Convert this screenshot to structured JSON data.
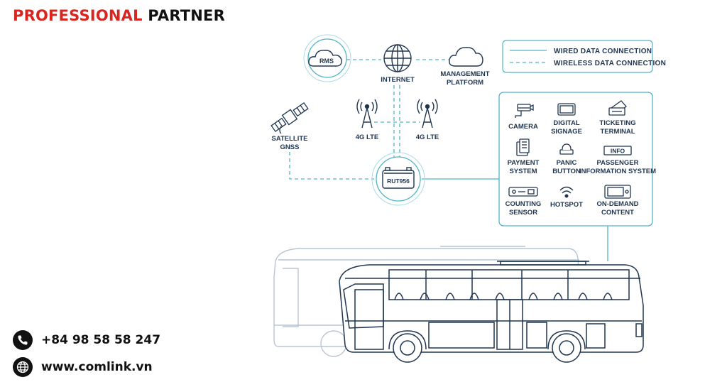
{
  "brand": {
    "part1": "PROFESSIONAL",
    "part2": "PARTNER"
  },
  "contact": {
    "phone": "+84 98 58 58 247",
    "website": "www.comlink.vn"
  },
  "legend": {
    "wired": "WIRED DATA CONNECTION",
    "wireless": "WIRELESS DATA CONNECTION"
  },
  "nodes": {
    "rms": "RMS",
    "internet": "INTERNET",
    "management_line1": "MANAGEMENT",
    "management_line2": "PLATFORM",
    "lte_left": "4G LTE",
    "lte_right": "4G LTE",
    "satellite_line1": "SATELLITE",
    "satellite_line2": "GNSS",
    "router": "RUT956"
  },
  "devices": [
    {
      "line1": "CAMERA",
      "line2": "",
      "icon": "camera-icon"
    },
    {
      "line1": "DIGITAL",
      "line2": "SIGNAGE",
      "icon": "digital-signage-icon"
    },
    {
      "line1": "TICKETING",
      "line2": "TERMINAL",
      "icon": "ticketing-terminal-icon"
    },
    {
      "line1": "PAYMENT",
      "line2": "SYSTEM",
      "icon": "payment-system-icon"
    },
    {
      "line1": "PANIC",
      "line2": "BUTTON",
      "icon": "panic-button-icon"
    },
    {
      "line1": "PASSENGER",
      "line2": "INFORMATION SYSTEM",
      "icon": "info-sign-icon",
      "icon_text": "INFO"
    },
    {
      "line1": "COUNTING",
      "line2": "SENSOR",
      "icon": "counting-sensor-icon"
    },
    {
      "line1": "HOTSPOT",
      "line2": "",
      "icon": "wifi-icon"
    },
    {
      "line1": "ON-DEMAND",
      "line2": "CONTENT",
      "icon": "on-demand-content-icon"
    }
  ],
  "colors": {
    "brand_red": "#d9241f",
    "line": "#4fb3c8",
    "ink": "#1f3550",
    "bus_back": "#b8c6d3"
  }
}
